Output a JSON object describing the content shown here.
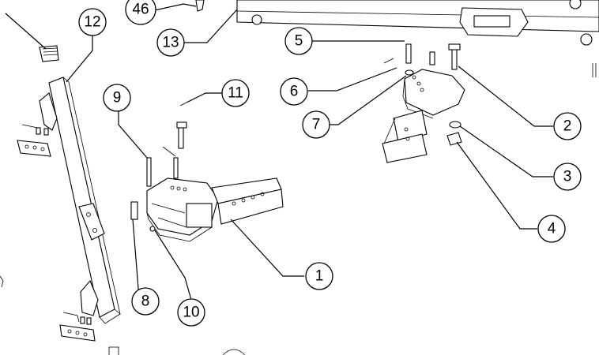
{
  "callouts": [
    {
      "id": "c1",
      "label": "1"
    },
    {
      "id": "c2",
      "label": "2"
    },
    {
      "id": "c3",
      "label": "3"
    },
    {
      "id": "c4",
      "label": "4"
    },
    {
      "id": "c5",
      "label": "5"
    },
    {
      "id": "c6",
      "label": "6"
    },
    {
      "id": "c7",
      "label": "7"
    },
    {
      "id": "c8",
      "label": "8"
    },
    {
      "id": "c9",
      "label": "9"
    },
    {
      "id": "c10",
      "label": "10"
    },
    {
      "id": "c11",
      "label": "11"
    },
    {
      "id": "c12",
      "label": "12"
    },
    {
      "id": "c13",
      "label": "13"
    },
    {
      "id": "c46",
      "label": "46"
    }
  ]
}
